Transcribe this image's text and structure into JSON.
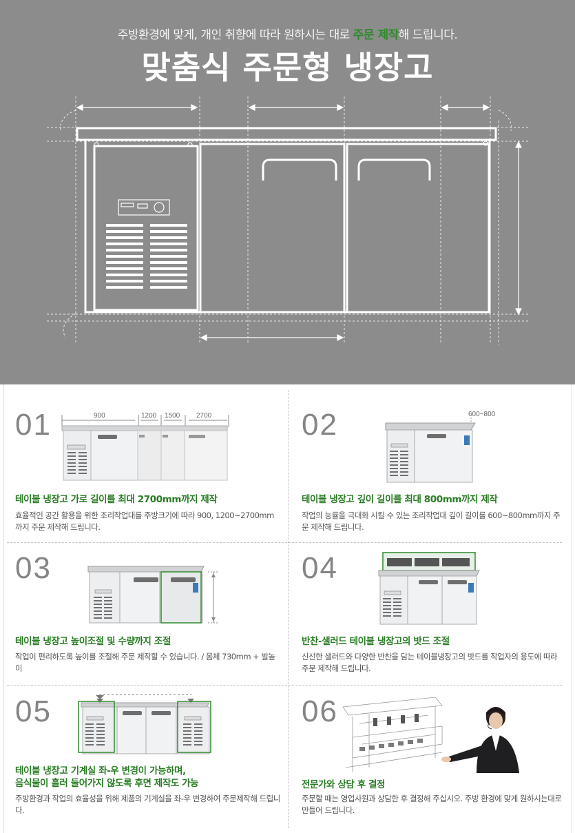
{
  "hero": {
    "subtitle_pre": "주방환경에 맞게, 개인 취향에 따라 원하시는 대로 ",
    "subtitle_highlight": "주문 제작",
    "subtitle_post": "해 드립니다.",
    "title": "맞춤식 주문형 냉장고"
  },
  "colors": {
    "hero_bg": "#8c8c8d",
    "accent_green": "#2a7d25",
    "number_gray": "#858585"
  },
  "features": [
    {
      "num": "01",
      "dims": [
        "900",
        "1200",
        "1500",
        "2700"
      ],
      "title": "테이블 냉장고 가로 길이를 최대 2700mm까지 제작",
      "desc": "효율적인 공간 활용을 위한 조리작업대를 주방크기에 따라 900, 1200~2700mm까지 주문 제작해 드립니다."
    },
    {
      "num": "02",
      "dims": [
        "600~800"
      ],
      "title": "테이블 냉장고 깊이 길이를 최대 800mm까지 제작",
      "desc": "작업의 능률을 극대화 시킬 수 있는 조리작업대 깊이 길이를 600~800mm까지 주문 제작해 드립니다."
    },
    {
      "num": "03",
      "title": "테이블 냉장고 높이조절 및 수량까지 조절",
      "desc": "작업이 편리하도록 높이를 조절해 주문 제작할 수 있습니다. / 몸체 730mm + 발높이"
    },
    {
      "num": "04",
      "title": "반찬-샐러드 테이블 냉장고의 밧드 조절",
      "desc": "신선한 샐러드와 다양한 반찬을 담는 테이블냉장고의 밧드를 작업자의 용도에 따라 주문 제작해 드립니다."
    },
    {
      "num": "05",
      "title_line1": "테이블 냉장고 기계실 좌-우 변경이 가능하며,",
      "title_line2": "음식물이 흘러 들어가지 않도록 후면 제작도 가능",
      "desc": "주방환경과 작업의 효율성을 위해 제품의 기계실을 좌-우 변경하여 주문제작해 드립니다."
    },
    {
      "num": "06",
      "title": "전문가와 상담 후 결정",
      "desc": "주문할 때는 영업사원과 상담한 후 결정해 주십시오. 주방 환경에 맞게 원하시는대로 만들어 드립니다."
    }
  ]
}
